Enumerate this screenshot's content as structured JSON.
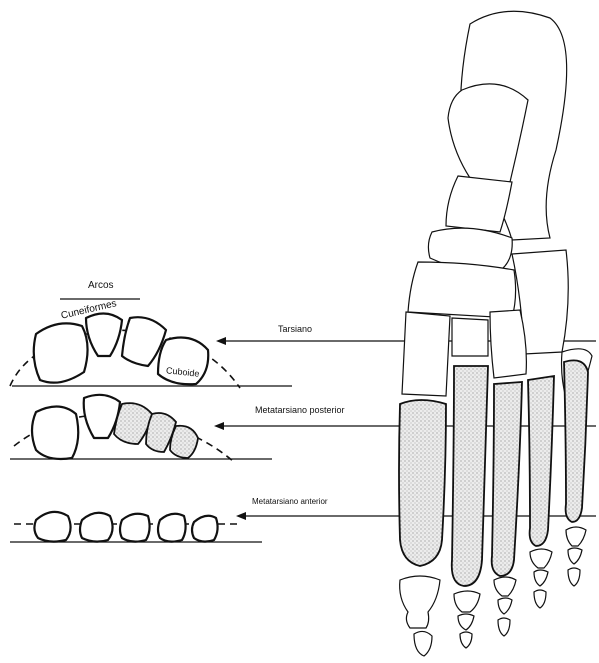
{
  "labels": {
    "arcos": "Arcos",
    "cuneiformes": "Cuneiformes",
    "cuboide": "Cuboide",
    "tarsiano": "Tarsiano",
    "metatarsiano_posterior": "Metatarsiano posterior",
    "metatarsiano_anterior": "Metatarsiano anterior"
  },
  "colors": {
    "ink": "#111111",
    "background": "#ffffff",
    "stipple": "#d8d8d8"
  }
}
